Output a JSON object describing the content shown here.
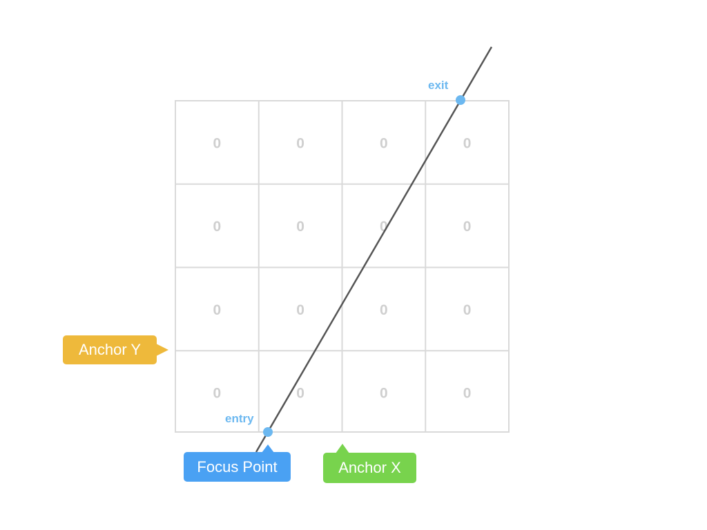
{
  "grid": {
    "rows": 4,
    "cols": 4,
    "cells": [
      [
        "0",
        "0",
        "0",
        "0"
      ],
      [
        "0",
        "0",
        "0",
        "0"
      ],
      [
        "0",
        "0",
        "0",
        "0"
      ],
      [
        "0",
        "0",
        "0",
        "0"
      ]
    ],
    "line_color": "#d9d9d9",
    "text_color": "#cfcfcf"
  },
  "ray": {
    "color": "#555555"
  },
  "points": {
    "entry": {
      "label": "entry",
      "color": "#6cb8f0"
    },
    "exit": {
      "label": "exit",
      "color": "#6cb8f0"
    }
  },
  "callouts": {
    "anchor_y": {
      "label": "Anchor Y",
      "color": "#eeb93b"
    },
    "focus_point": {
      "label": "Focus Point",
      "color": "#4aa1f3"
    },
    "anchor_x": {
      "label": "Anchor X",
      "color": "#78d34d"
    }
  }
}
